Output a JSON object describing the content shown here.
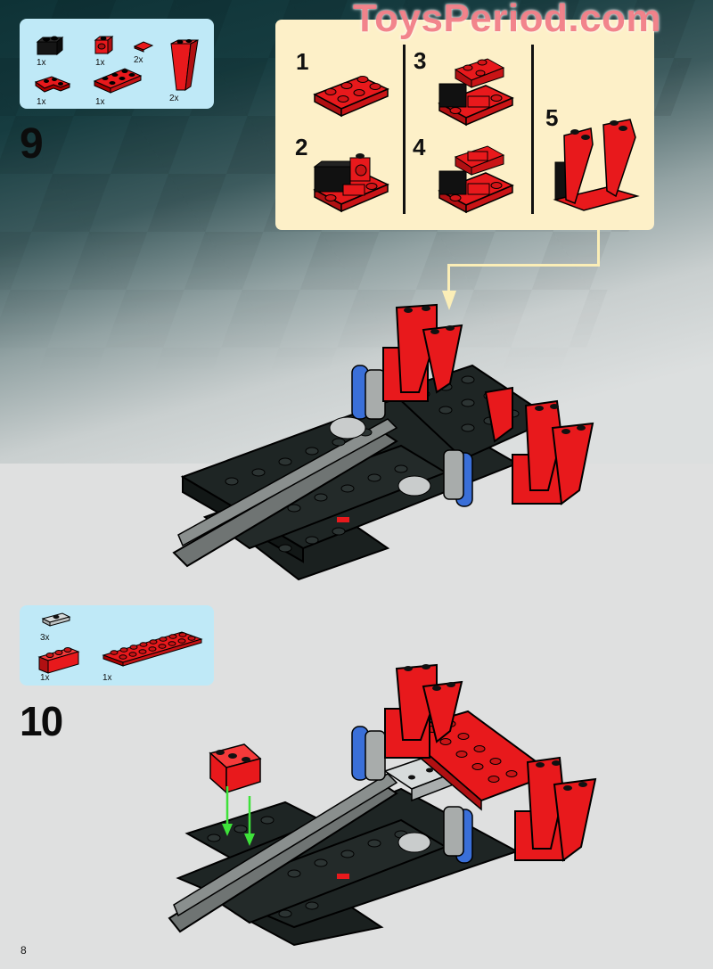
{
  "watermark": "ToysPeriod.com",
  "page_number": "8",
  "colors": {
    "parts_box": "#bfe9f7",
    "subassembly_box": "#fdf0c8",
    "brick_red": "#e8191c",
    "brick_black": "#1a201f",
    "technic_blue": "#3a6fd8",
    "light_gray": "#c9cccc",
    "dark_gray": "#6f7473",
    "arrow_green": "#3ee23a"
  },
  "steps": [
    {
      "number": "9",
      "parts": [
        {
          "name": "black-1x2-grille-brick",
          "qty": "1x"
        },
        {
          "name": "red-1x1-technic-brick",
          "qty": "1x"
        },
        {
          "name": "red-1x1-tile",
          "qty": "2x"
        },
        {
          "name": "red-slope-inverted-1x2x3",
          "qty": "2x"
        },
        {
          "name": "red-corner-plate-2x2",
          "qty": "1x"
        },
        {
          "name": "red-plate-2x3",
          "qty": "1x"
        }
      ],
      "subassembly": {
        "substeps": [
          "1",
          "2",
          "3",
          "4",
          "5"
        ]
      }
    },
    {
      "number": "10",
      "parts": [
        {
          "name": "light-gray-1x2-jumper-plate",
          "qty": "3x"
        },
        {
          "name": "red-brick-1x3",
          "qty": "1x"
        },
        {
          "name": "red-plate-2x8",
          "qty": "1x"
        }
      ]
    }
  ]
}
